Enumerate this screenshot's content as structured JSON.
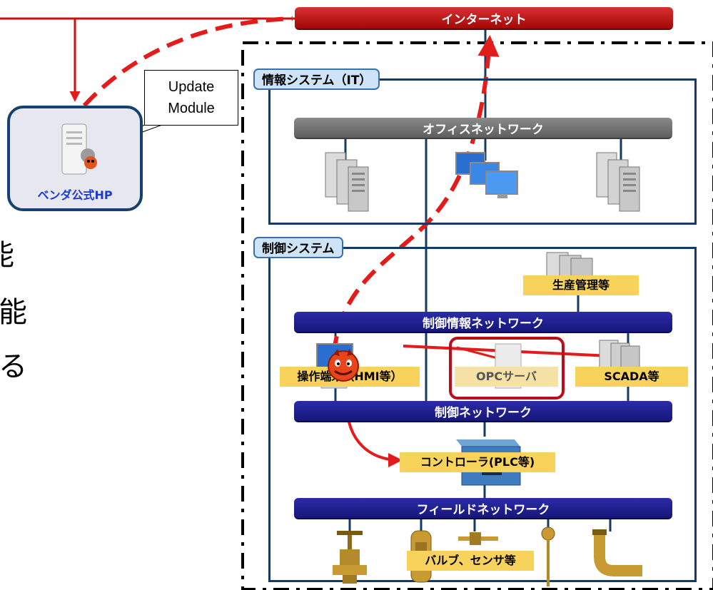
{
  "internet_label": "インターネット",
  "update_module": {
    "line1": "Update",
    "line2": "Module"
  },
  "vendor_label": "ベンダ公式HP",
  "it_section_label": "情報システム（IT）",
  "office_network_label": "オフィスネットワーク",
  "control_section_label": "制御システム",
  "production_label": "生産管理等",
  "control_info_network_label": "制御情報ネットワーク",
  "hmi_label": "操作端末（HMI等）",
  "opc_label": "OPCサーバ",
  "scada_label": "SCADA等",
  "control_network_label": "制御ネットワーク",
  "controller_label": "コントローラ(PLC等)",
  "field_network_label": "フィールドネットワーク",
  "field_devices_label": "バルブ、センサ等",
  "left_text": [
    "能",
    "機能",
    "る"
  ],
  "colors": {
    "attack_red": "#e41b1b",
    "network_line": "#163a63",
    "highlight_box": "#b80f1a"
  }
}
